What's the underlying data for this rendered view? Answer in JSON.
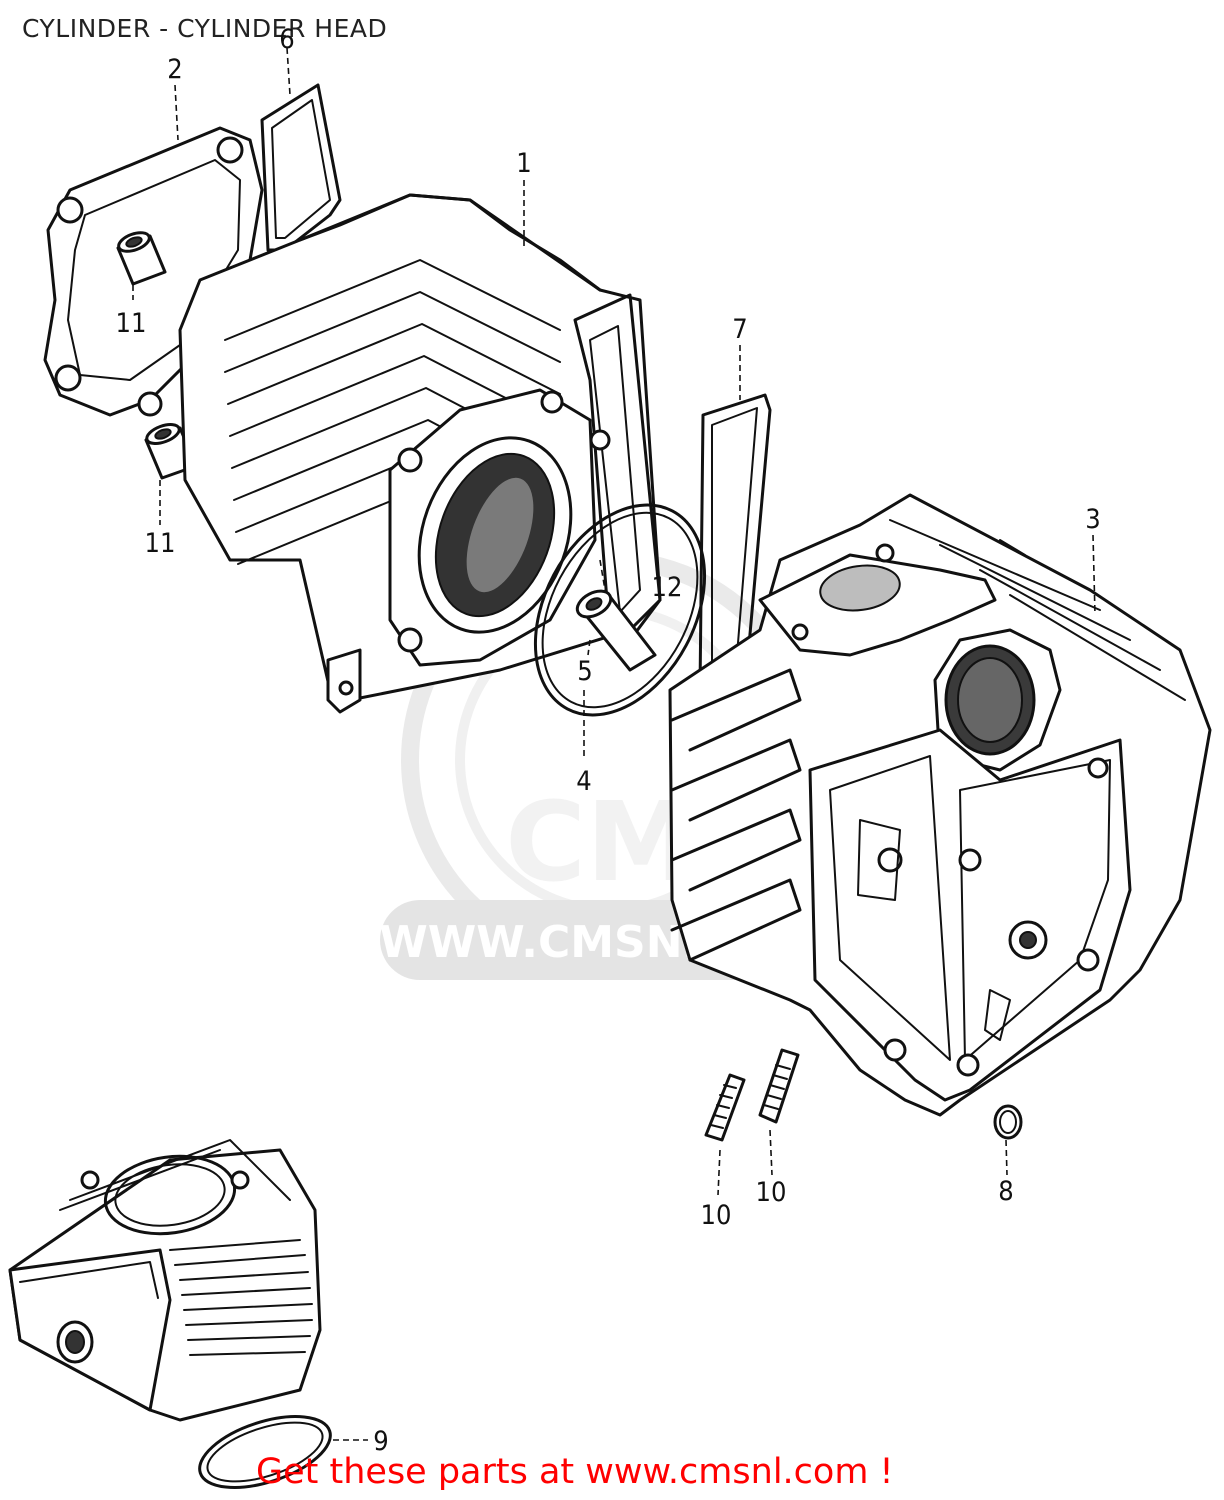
{
  "title": "CYLINDER - CYLINDER HEAD",
  "callouts": {
    "c1": "1",
    "c2": "2",
    "c3": "3",
    "c4": "4",
    "c5": "5",
    "c6": "6",
    "c7": "7",
    "c8": "8",
    "c9": "9",
    "c10a": "10",
    "c10b": "10",
    "c11a": "11",
    "c11b": "11",
    "c12": "12"
  },
  "watermark": {
    "brand": "CMS",
    "url": "WWW.CMSNL.COM"
  },
  "cta": "Get these parts at www.cmsnl.com !"
}
